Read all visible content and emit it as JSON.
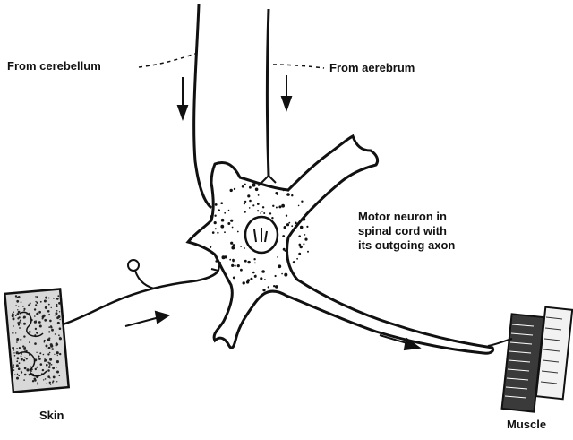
{
  "labels": {
    "from_cerebellum": "From cerebellum",
    "from_cerebrum": "From aerebrum",
    "motor_neuron_line1": "Motor neuron in",
    "motor_neuron_line2": "spinal cord  with",
    "motor_neuron_line3": "its outgoing axon",
    "skin": "Skin",
    "muscle": "Muscle"
  }
}
